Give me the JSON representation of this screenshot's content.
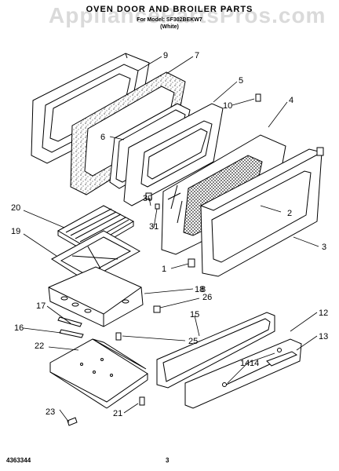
{
  "header": {
    "watermark": "AppliancePartsPros.com",
    "title": "OVEN DOOR AND BROILER PARTS",
    "model_line": "For Model: SF302BEKW7",
    "color_line": "(White)"
  },
  "callouts": [
    "1",
    "2",
    "3",
    "4",
    "5",
    "6",
    "7",
    "8",
    "9",
    "10",
    "12",
    "13",
    "14",
    "14",
    "15",
    "16",
    "17",
    "18",
    "20",
    "19",
    "21",
    "22",
    "23",
    "25",
    "26",
    "30",
    "31"
  ],
  "footer": {
    "doc_number": "4363344",
    "page_number": "3"
  }
}
